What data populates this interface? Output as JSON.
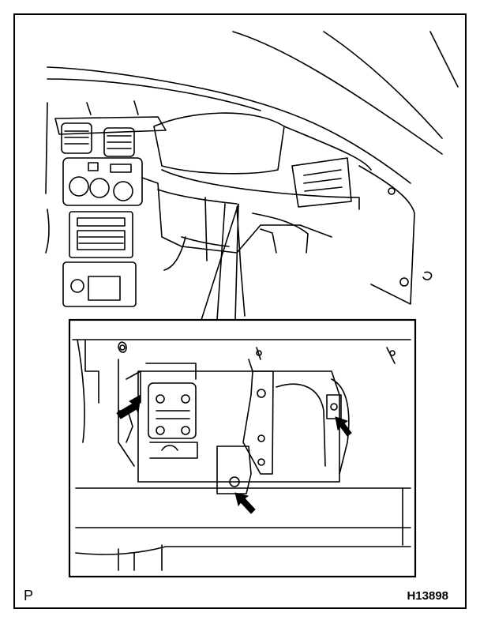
{
  "figure": {
    "corner_code": "P",
    "figure_id": "H13898"
  },
  "callouts": [
    {
      "name": "upper-left-bolt-arrow",
      "target": "bolt"
    },
    {
      "name": "lower-center-bolt-arrow",
      "target": "bolt"
    },
    {
      "name": "right-clip-arrow",
      "target": "bolt"
    }
  ],
  "colors": {
    "ink": "#000000",
    "paper": "#ffffff"
  }
}
